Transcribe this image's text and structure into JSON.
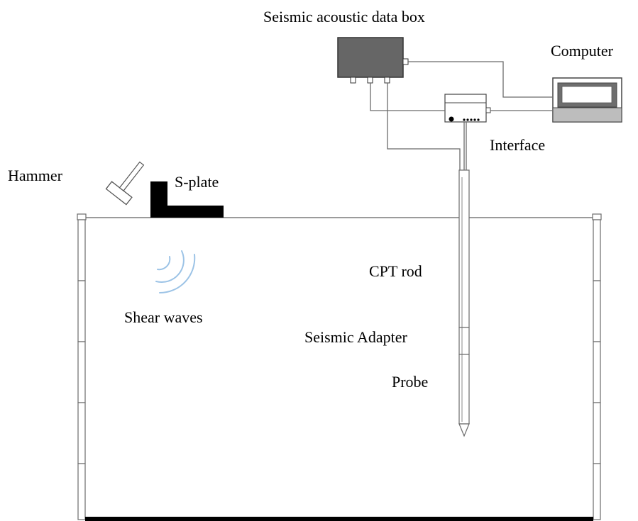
{
  "labels": {
    "data_box": "Seismic acoustic data box",
    "computer": "Computer",
    "interface": "Interface",
    "hammer": "Hammer",
    "s_plate": "S-plate",
    "cpt_rod": "CPT rod",
    "shear_waves": "Shear waves",
    "seismic_adapter": "Seismic Adapter",
    "probe": "Probe"
  },
  "colors": {
    "line": "#6b6b6b",
    "data_box_fill": "#666666",
    "computer_screen": "#6e6e6e",
    "s_plate": "#000000",
    "waves": "#9cc3e6",
    "tank_floor": "#000000"
  }
}
